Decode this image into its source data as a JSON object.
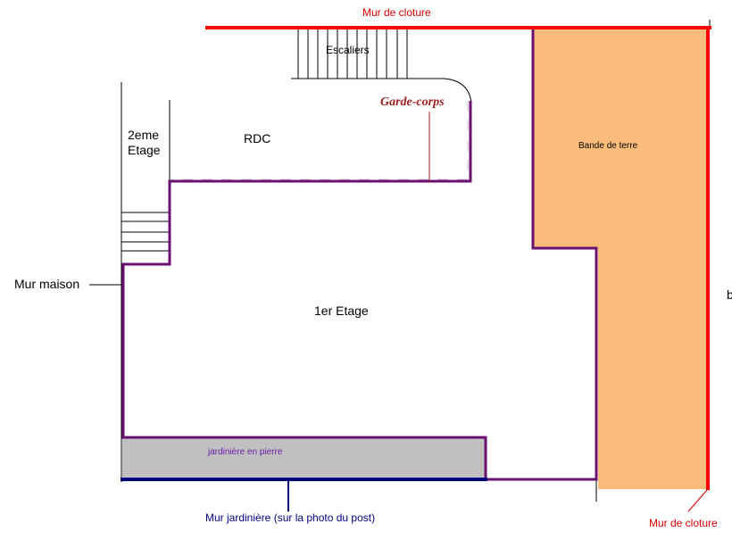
{
  "labels": {
    "mur_cloture_top": "Mur de cloture",
    "escaliers": "Escaliers",
    "garde_corps": "Garde-corps",
    "deuxieme_etage_line1": "2eme",
    "deuxieme_etage_line2": "Etage",
    "rdc": "RDC",
    "bande_de_terre": "Bande de terre",
    "mur_maison": "Mur maison",
    "premier_etage": "1er Etage",
    "jardiniere": "jardinière en pierre",
    "mur_jardiniere": "Mur jardinière (sur la photo du post)",
    "mur_cloture_bottom": "Mur de cloture",
    "edge_fragment": "b"
  },
  "colors": {
    "cloture": "#ff0000",
    "outline": "#6a106e",
    "terre": "#f9bc7b",
    "jardiniere_fill": "#c0c0c0",
    "mur_jardiniere": "#00007f",
    "garde_corps_text": "#9b1a1a"
  }
}
